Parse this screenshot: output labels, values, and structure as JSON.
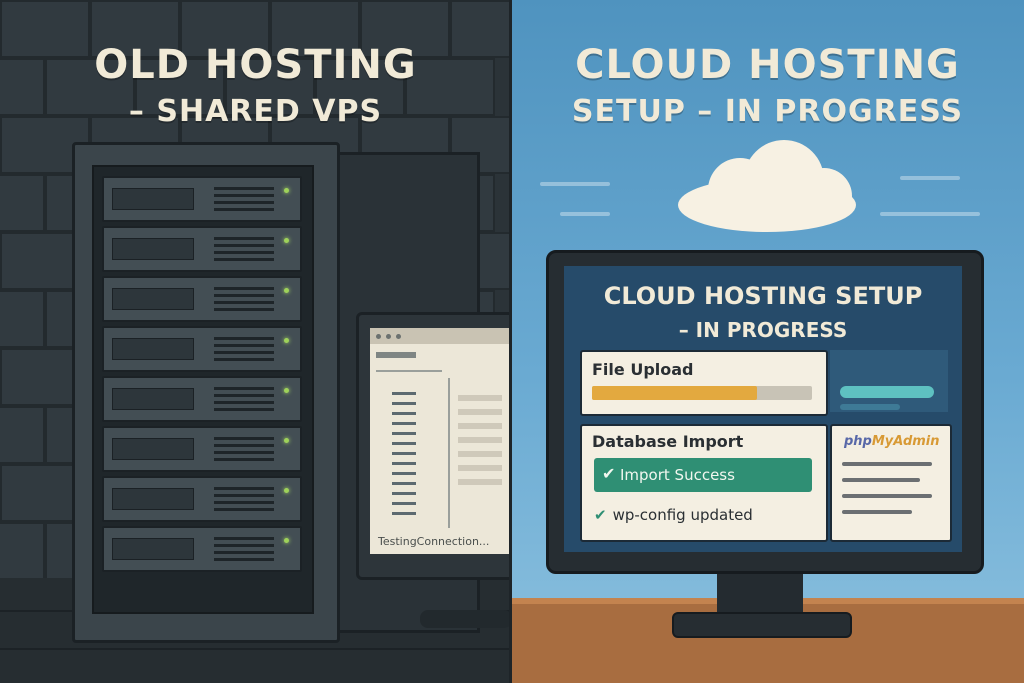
{
  "left_panel": {
    "title_line1": "OLD HOSTING",
    "title_line2": "– SHARED VPS",
    "monitor_status": "TestingConnection..."
  },
  "right_panel": {
    "title_line1": "CLOUD HOSTING",
    "title_line2": "SETUP – IN PROGRESS",
    "screen": {
      "title_line1": "CLOUD HOSTING SETUP",
      "title_line2": "– IN PROGRESS",
      "file_upload": {
        "label": "File Upload",
        "progress": 0.75
      },
      "database_import": {
        "label": "Database Import",
        "success_label": "Import Success",
        "config_label": "wp-config updated"
      },
      "phpmyadmin": {
        "logo_part1": "php",
        "logo_part2": "MyAdmin"
      }
    }
  },
  "icons": [
    "server-rack-icon",
    "cloud-icon",
    "check-icon"
  ],
  "colors": {
    "progress": "#e3a93f",
    "success": "#2f8f74",
    "sky": "#6aaad2",
    "accent_teal": "#5ec1c1"
  }
}
